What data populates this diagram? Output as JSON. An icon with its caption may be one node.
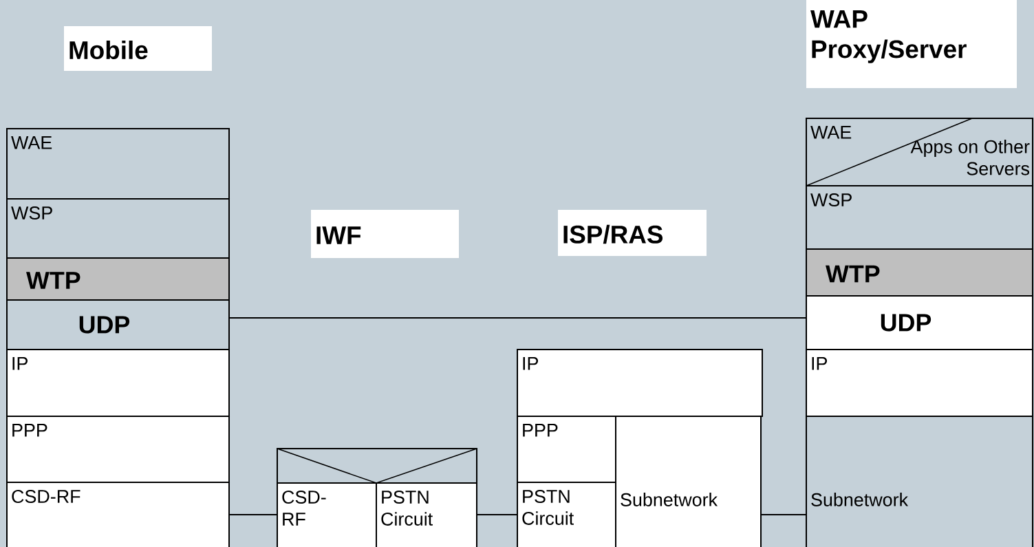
{
  "diagram": {
    "nodes": [
      {
        "text": [
          "Mobile"
        ]
      },
      {
        "text": [
          "WAP Proxy/Server"
        ]
      },
      {
        "text": [
          "IWF"
        ]
      },
      {
        "text": [
          "ISP/RAS"
        ]
      },
      {
        "text": [
          "WAE"
        ]
      },
      {
        "text": [
          "WSP"
        ]
      },
      {
        "text": [
          "WTP"
        ]
      },
      {
        "text": [
          "UDP"
        ]
      },
      {
        "text": [
          "IP"
        ]
      },
      {
        "text": [
          "PPP"
        ]
      },
      {
        "text": [
          "CSD-RF"
        ]
      },
      {
        "text": [],
        "shape": "box"
      },
      {
        "text": [
          "CSD-RF"
        ]
      },
      {
        "text": [
          "PSTN Circuit"
        ]
      },
      {
        "text": [
          "IP"
        ]
      },
      {
        "text": [
          "PPP"
        ]
      },
      {
        "text": [
          "PSTN Circuit"
        ]
      },
      {
        "text": [
          "Subnetwork"
        ]
      },
      {
        "text": [
          "WAE",
          "Apps on Other Servers"
        ]
      },
      {
        "text": [
          "WSP"
        ]
      },
      {
        "text": [
          "WTP"
        ]
      },
      {
        "text": [
          "UDP"
        ]
      },
      {
        "text": [
          "IP"
        ]
      },
      {
        "text": [
          "Subnetwork"
        ]
      }
    ],
    "edges": [
      {
        "from": 7,
        "to": 21,
        "arrow": "none"
      },
      {
        "from": 10,
        "to": 12,
        "arrow": "none"
      },
      {
        "from": 13,
        "to": 16,
        "arrow": "none"
      },
      {
        "from": 17,
        "to": 23,
        "arrow": "none"
      }
    ]
  }
}
